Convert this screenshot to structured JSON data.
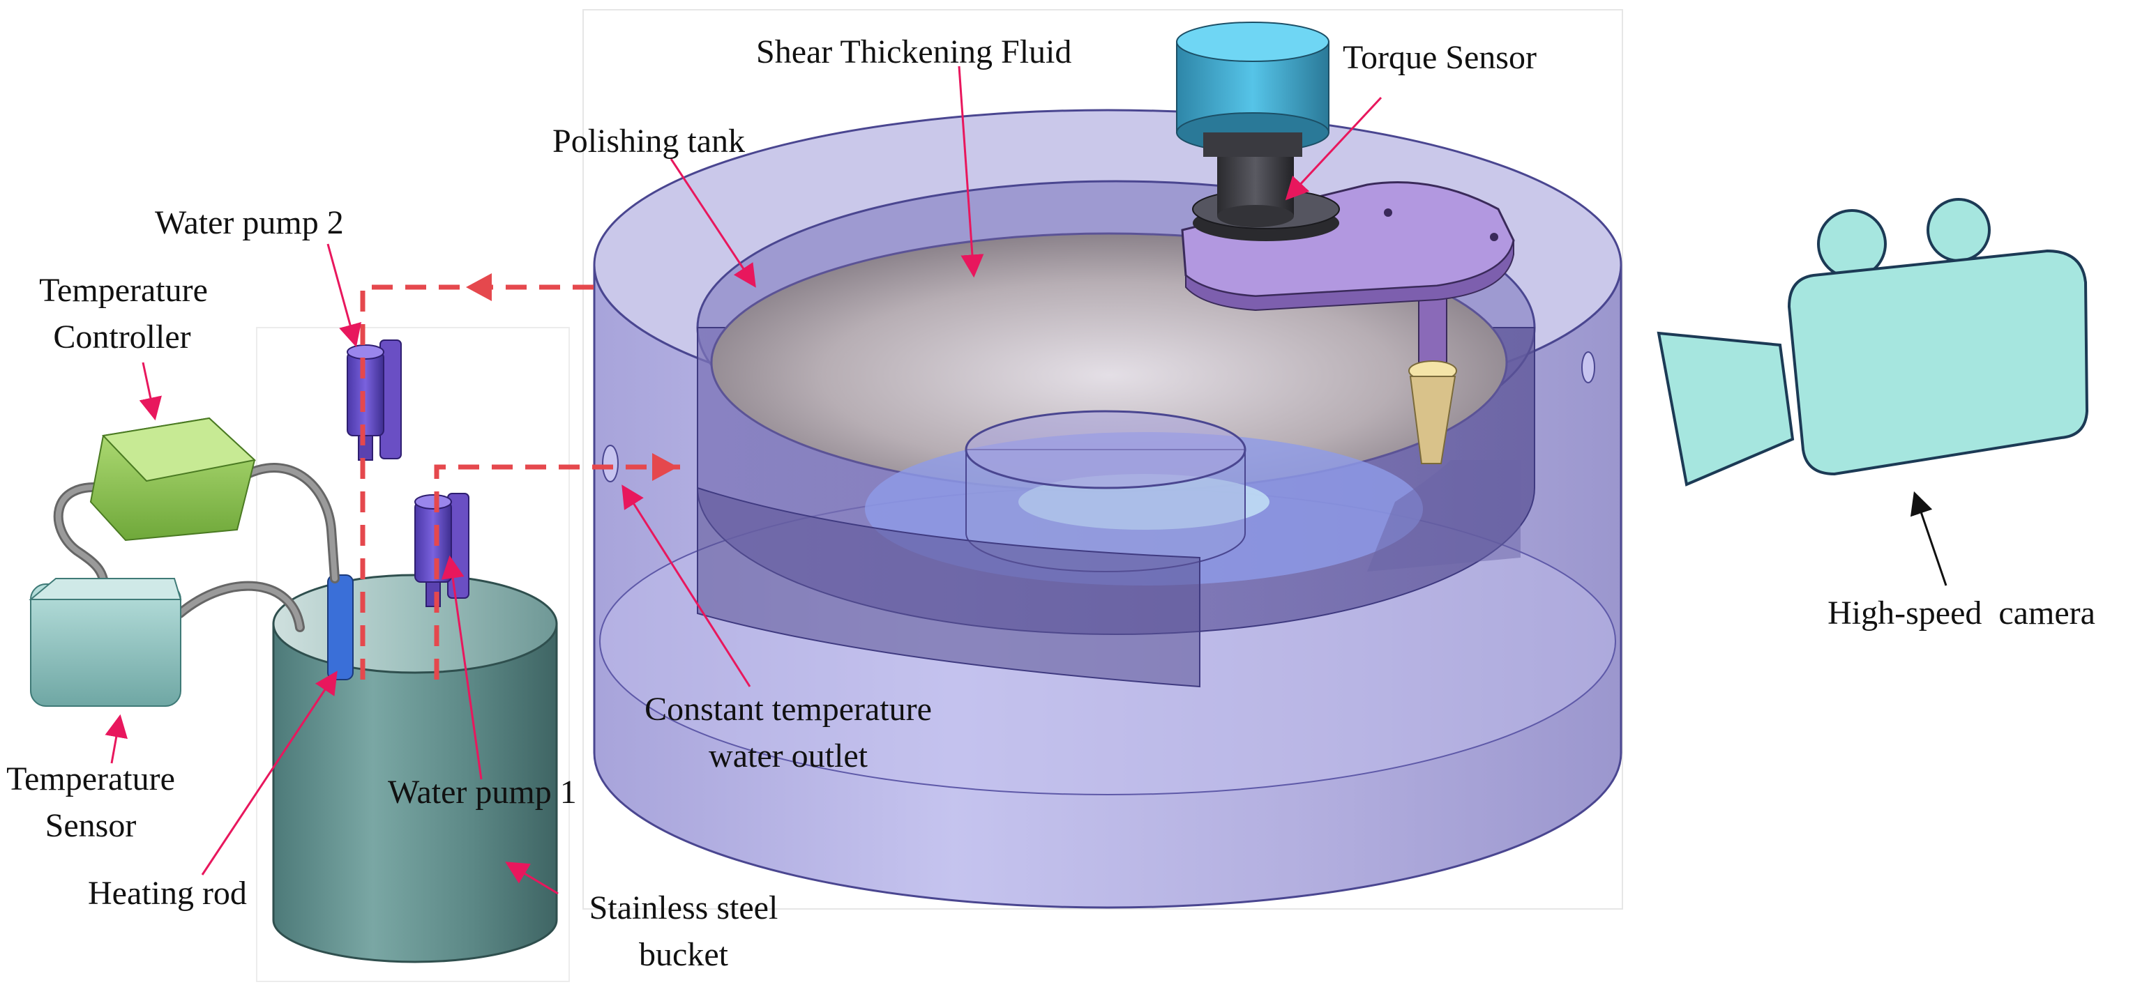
{
  "labels": {
    "shear_fluid": "Shear Thickening Fluid",
    "torque_sensor": "Torque Sensor",
    "polishing_tank": "Polishing tank",
    "water_pump_2": "Water pump 2",
    "temp_controller_l1": "Temperature",
    "temp_controller_l2": "Controller",
    "temp_sensor_l1": "Temperature",
    "temp_sensor_l2": "Sensor",
    "heating_rod": "Heating rod",
    "water_pump_1": "Water pump 1",
    "outlet_l1": "Constant temperature",
    "outlet_l2": "water outlet",
    "bucket_l1": "Stainless steel",
    "bucket_l2": "bucket",
    "camera": "High-speed  camera"
  },
  "colors": {
    "leader_arrow": "#e8175d",
    "flow_dashed": "#e5484d",
    "tank": "#8b86c9",
    "bucket": "#5f8f8d",
    "pump": "#6a4fc4",
    "controller": "#8cc84b",
    "sensor_box": "#8fc9c6",
    "camera": "#a6e6df",
    "torque_sensor": "#4fbde0",
    "arm": "#a98bd6",
    "cone_tool": "#d9c28a"
  },
  "icons": {
    "camera": "video-camera-icon",
    "pump": "water-pump-icon"
  }
}
